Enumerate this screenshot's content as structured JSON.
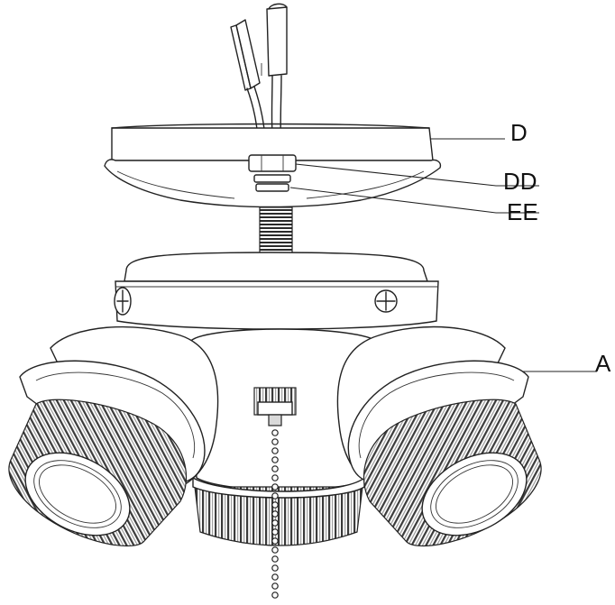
{
  "labels": {
    "canopy": "D",
    "lock_nut": "DD",
    "lock_washer": "EE",
    "light_kit": "A"
  }
}
